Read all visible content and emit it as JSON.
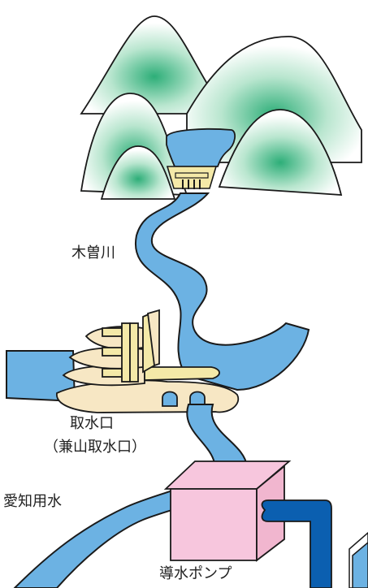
{
  "labels": {
    "river": "木曽川",
    "intake": "取水口",
    "intake_sub": "（兼山取水口）",
    "canal": "愛知用水",
    "pump": "導水ポンプ"
  },
  "colors": {
    "water": "#6cb2e3",
    "mountain_fill": "#2dae78",
    "structure": "#f7e7c4",
    "dam": "#f4e9a8",
    "pump_house": "#f7c6dd",
    "pipe": "#0b5fb0",
    "outline": "#1a1a1a"
  }
}
